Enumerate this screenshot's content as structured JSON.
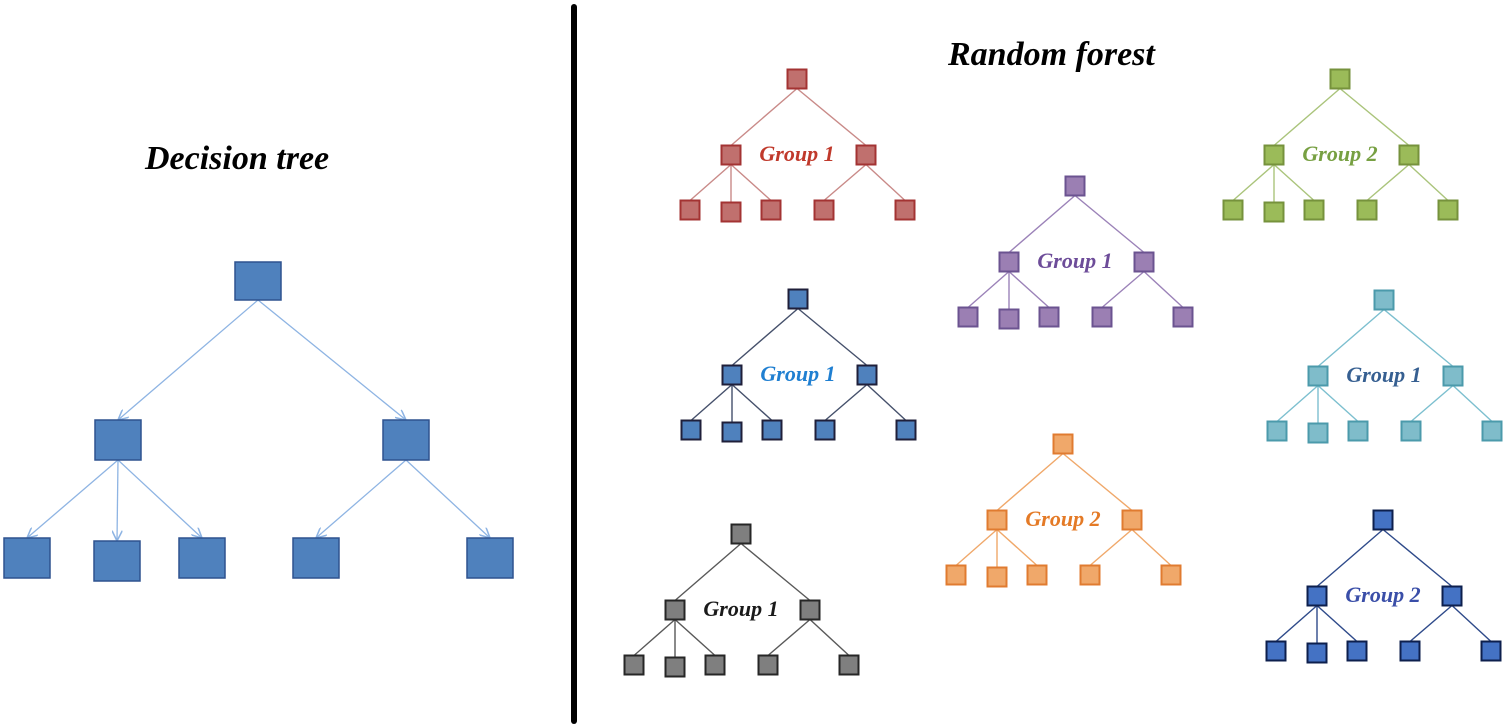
{
  "decision_tree": {
    "title": "Decision tree",
    "node_color": "#4f81bd",
    "node_stroke": "#2f528f",
    "edge_color": "#8eb4e3"
  },
  "random_forest": {
    "title": "Random forest",
    "trees": [
      {
        "label": "Group 1",
        "fill": "#c0706e",
        "stroke": "#a33333",
        "edge": "#c98a88",
        "label_color": "#c0392b"
      },
      {
        "label": "Group 1",
        "fill": "#9b7fb3",
        "stroke": "#6b5390",
        "edge": "#9b82b8",
        "label_color": "#6d4c99"
      },
      {
        "label": "Group 2",
        "fill": "#9bbb59",
        "stroke": "#76923c",
        "edge": "#aac47b",
        "label_color": "#77a042"
      },
      {
        "label": "Group 1",
        "fill": "#4f81bd",
        "stroke": "#1f1f3a",
        "edge": "#45506b",
        "label_color": "#1f7fd1"
      },
      {
        "label": "Group 1",
        "fill": "#7fbcca",
        "stroke": "#4b9aab",
        "edge": "#7cbfcf",
        "label_color": "#365f91"
      },
      {
        "label": "Group 2",
        "fill": "#f0a86a",
        "stroke": "#e07b30",
        "edge": "#f0a86a",
        "label_color": "#e47a26"
      },
      {
        "label": "Group 1",
        "fill": "#7f7f7f",
        "stroke": "#262626",
        "edge": "#595959",
        "label_color": "#1a1a1a"
      },
      {
        "label": "Group 2",
        "fill": "#4472c4",
        "stroke": "#0d1f4d",
        "edge": "#2e4a8a",
        "label_color": "#3a4ea8"
      }
    ]
  }
}
